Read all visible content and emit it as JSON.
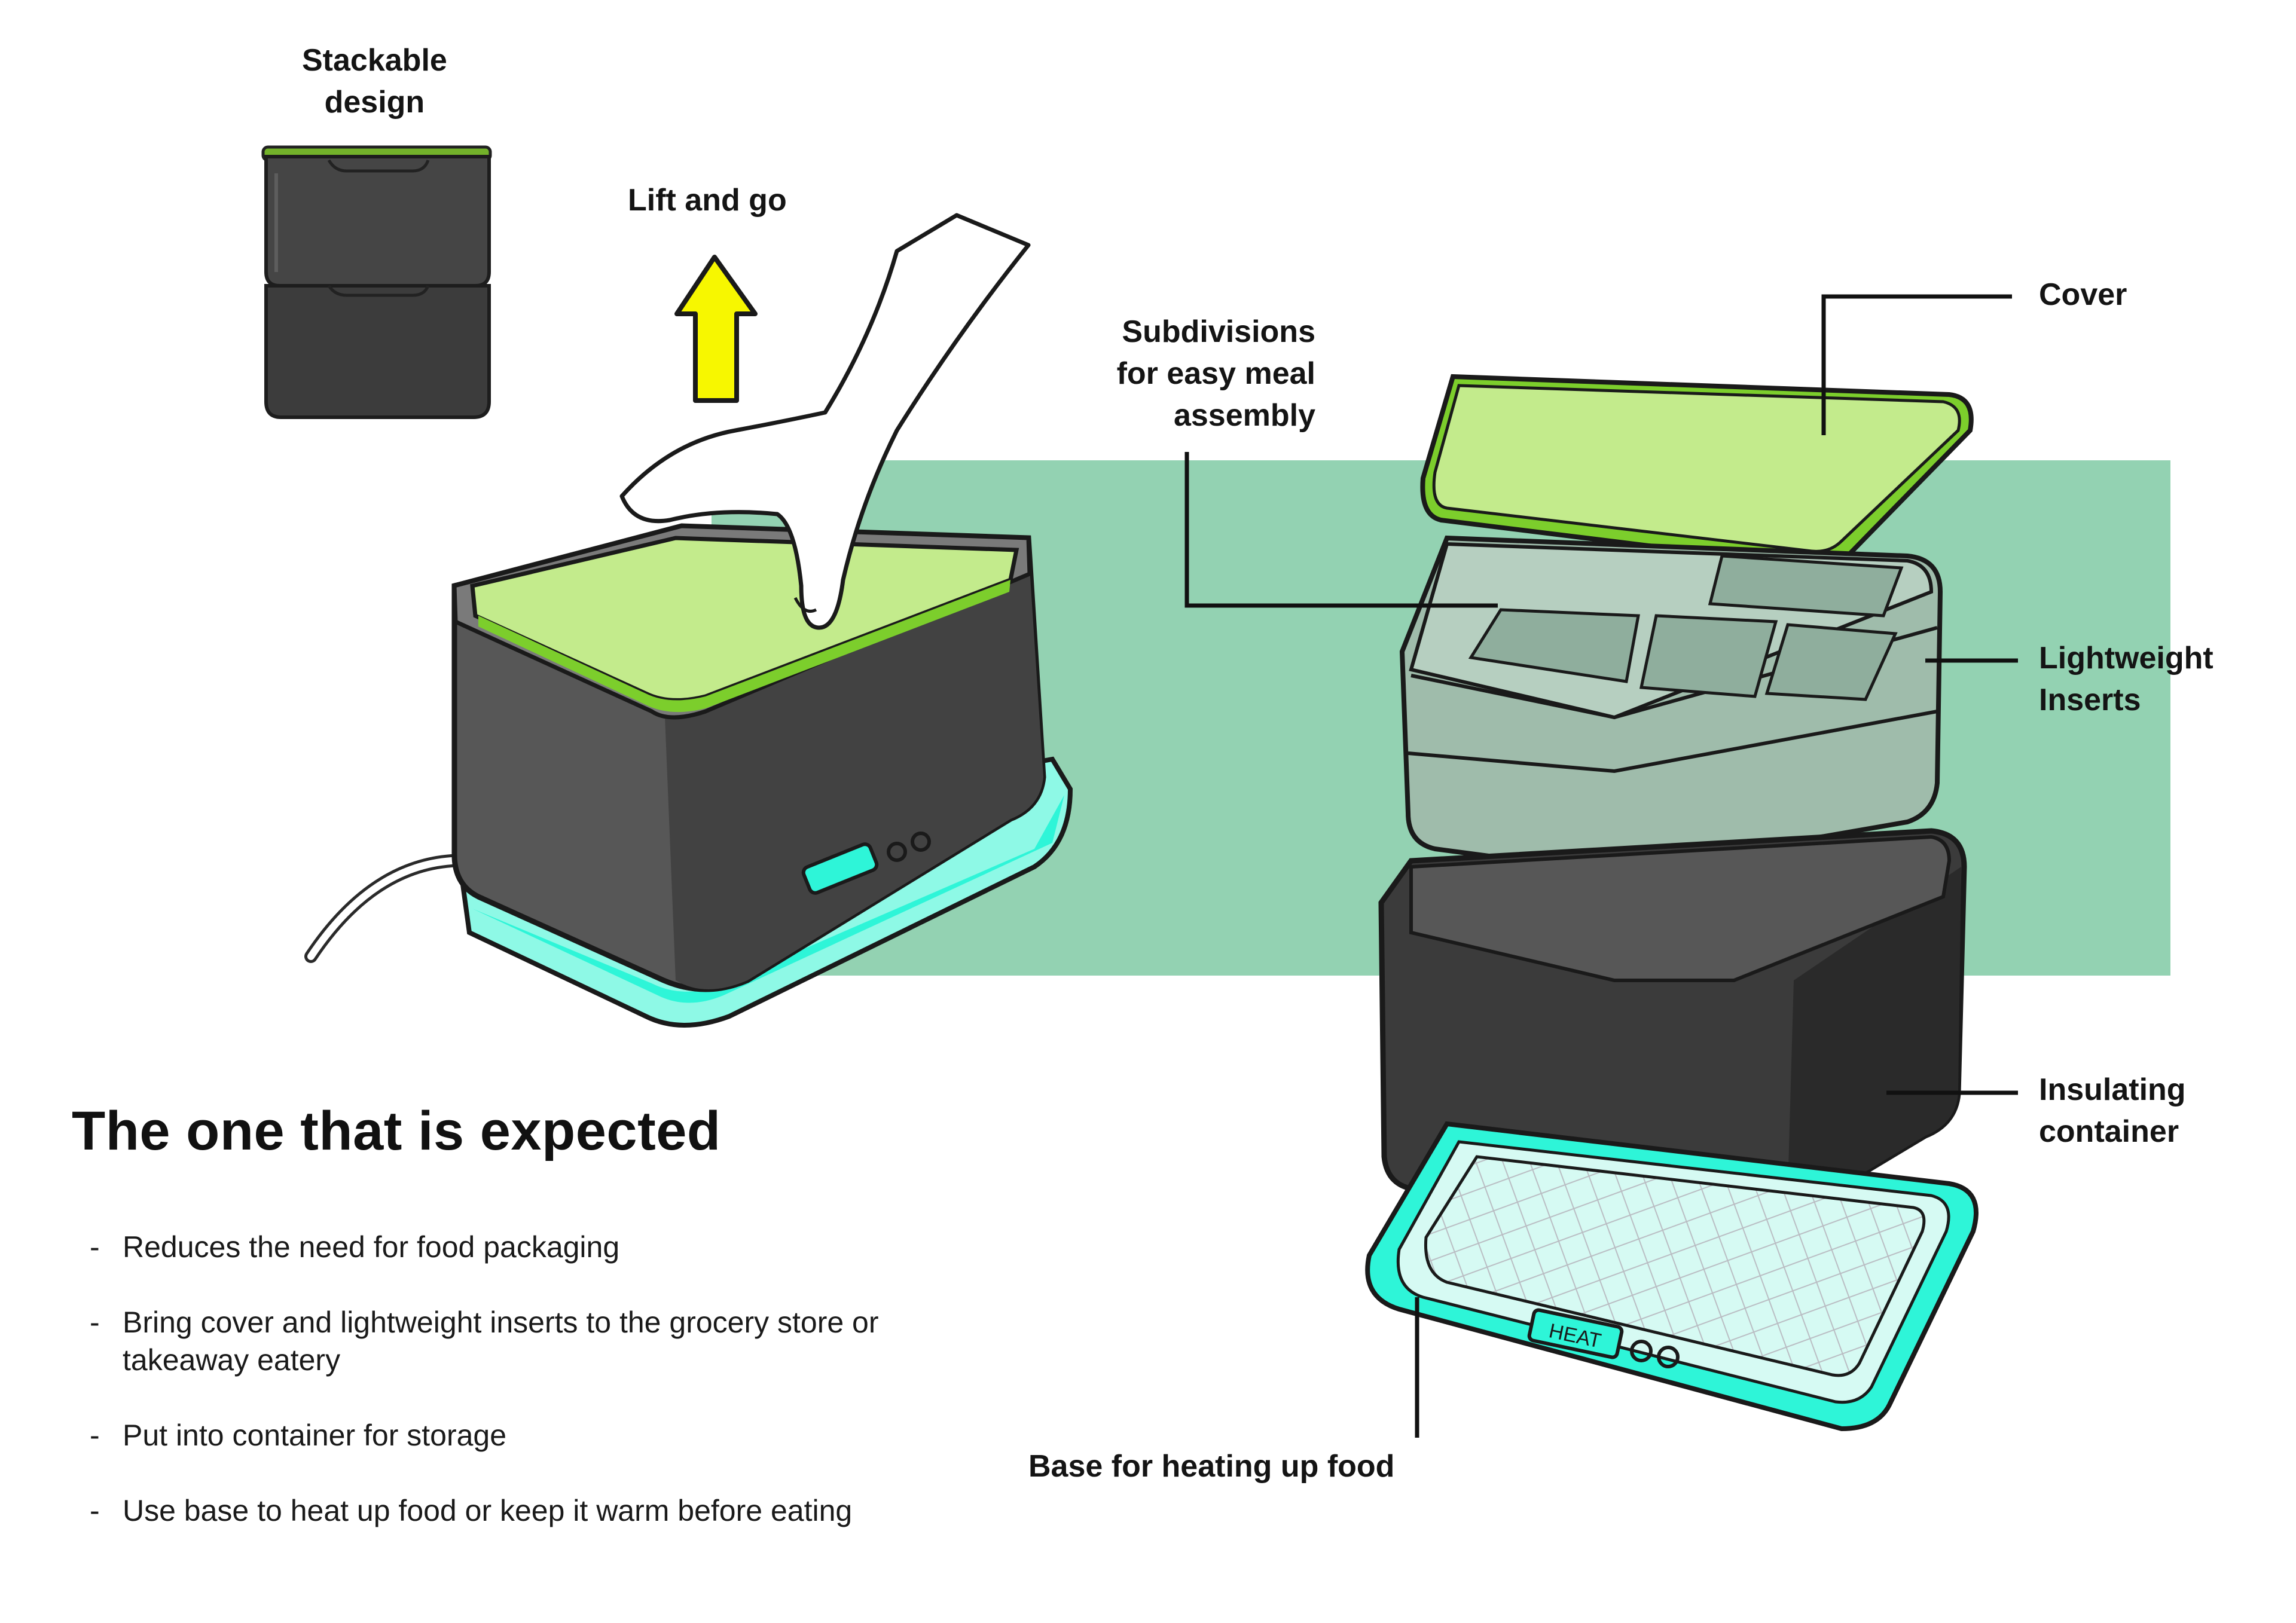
{
  "labels": {
    "stackable": [
      "Stackable",
      "design"
    ],
    "lift": "Lift and go",
    "subdivisions": [
      "Subdivisions",
      "for easy meal",
      "assembly"
    ],
    "cover": "Cover",
    "inserts": [
      "Lightweight",
      "Inserts"
    ],
    "container": [
      "Insulating",
      "container"
    ],
    "base": "Base for heating up food",
    "heat_button": "HEAT"
  },
  "headline": "The one that is expected",
  "bullets": [
    "Reduces the need for food packaging",
    "Bring cover and lightweight inserts to the grocery store or takeaway eatery",
    "Put into container for storage",
    "Use base to heat up food or keep it warm before eating"
  ],
  "colors": {
    "cover_green": "#c3eb8c",
    "cover_rim": "#7cce2c",
    "body_dark": "#3f3f3f",
    "base_cyan": "#2ef5d8",
    "backdrop": "#93d2b2",
    "insert_grey": "#9fbcab",
    "arrow_yellow": "#f7f700"
  }
}
